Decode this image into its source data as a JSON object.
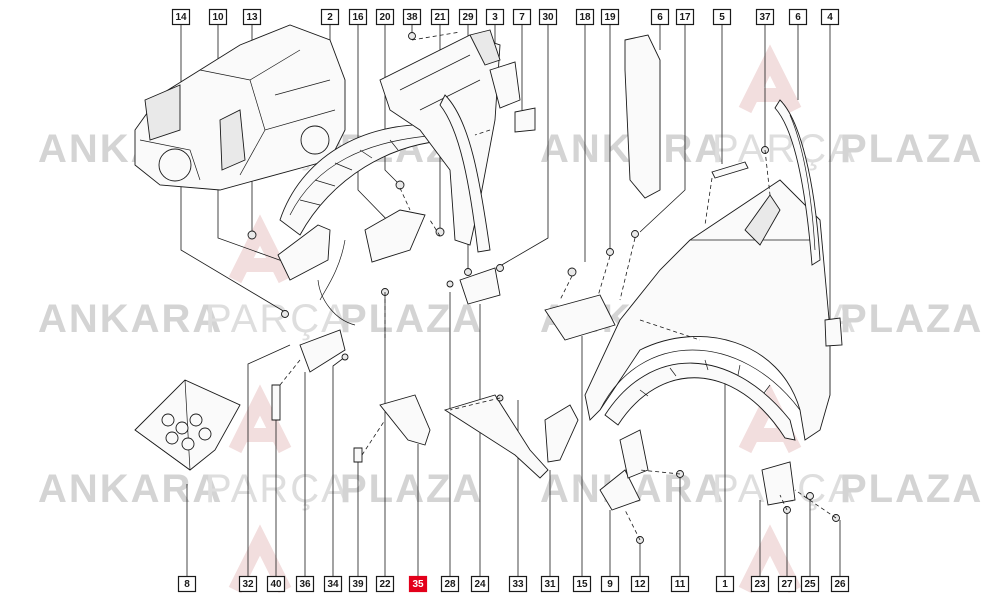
{
  "watermark": {
    "word1": "ANKARA",
    "word2": "PARÇA",
    "word3": "PLAZA",
    "color_bold": "#d4d4d4",
    "color_light": "#dedede",
    "logo_color": "#f2dede"
  },
  "highlight_color": "#e3001b",
  "callouts_top": [
    "14",
    "10",
    "13",
    "2",
    "16",
    "20",
    "38",
    "21",
    "29",
    "3",
    "7",
    "30",
    "18",
    "19",
    "6",
    "17",
    "5",
    "37",
    "6",
    "4"
  ],
  "callouts_bottom": [
    "8",
    "32",
    "40",
    "36",
    "34",
    "39",
    "22",
    "35",
    "28",
    "24",
    "33",
    "31",
    "15",
    "9",
    "12",
    "11",
    "1",
    "23",
    "27",
    "25",
    "26"
  ],
  "highlighted_part": "35"
}
